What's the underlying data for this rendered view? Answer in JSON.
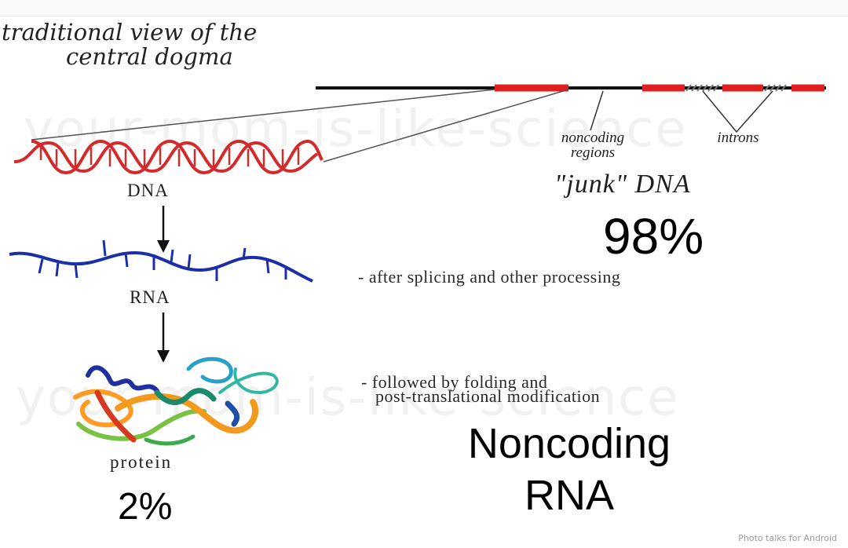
{
  "diagram": {
    "title_line1": "traditional view of the",
    "title_line2": "central dogma",
    "dna_label": "DNA",
    "rna_label": "RNA",
    "protein_label": "protein",
    "noncoding_line1": "noncoding",
    "noncoding_line2": "regions",
    "introns_label": "introns",
    "junk_label": "\"junk\" DNA",
    "note_splicing": "- after splicing and other processing",
    "note_folding_line1": "- followed by folding and",
    "note_folding_line2": "post-translational modification",
    "watermark_text": "your-mom-is-like-science"
  },
  "overlay": {
    "junk_percent": "98%",
    "protein_percent": "2%",
    "noncoding_rna_line1": "Noncoding",
    "noncoding_rna_line2": "RNA"
  },
  "app": {
    "credit": "Photo talks for Android"
  },
  "colors": {
    "dna": "#d42a2a",
    "rna": "#1c2fa8",
    "gene_segment": "#e02020"
  }
}
